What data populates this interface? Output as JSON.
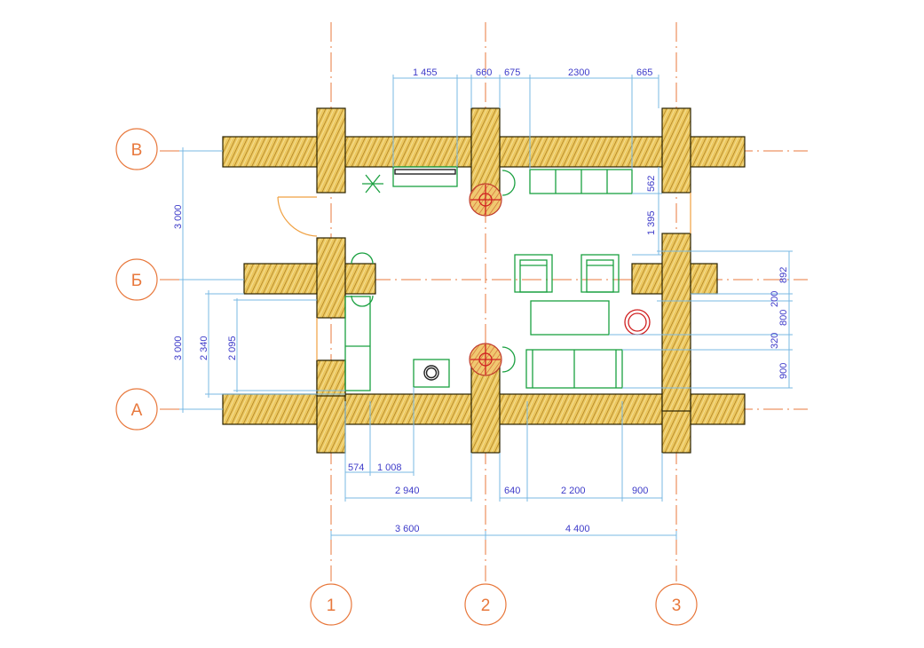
{
  "grid": {
    "rows": [
      {
        "id": "row-v",
        "label": "В"
      },
      {
        "id": "row-b",
        "label": "Б"
      },
      {
        "id": "row-a",
        "label": "А"
      }
    ],
    "cols": [
      {
        "id": "col-1",
        "label": "1"
      },
      {
        "id": "col-2",
        "label": "2"
      },
      {
        "id": "col-3",
        "label": "3"
      }
    ]
  },
  "dimensions": {
    "top": [
      "1 455",
      "660",
      "675",
      "2300",
      "665"
    ],
    "right_inner": [
      "562",
      "1 395"
    ],
    "right": [
      "892",
      "200",
      "800",
      "320",
      "900"
    ],
    "left_outer": [
      "3 000",
      "3 000"
    ],
    "left_inner": [
      "2 340",
      "2 095"
    ],
    "bottom1": [
      "574",
      "1 008"
    ],
    "bottom2": [
      "2 940",
      "640",
      "2 200",
      "900"
    ],
    "bottom3": [
      "3 600",
      "4 400"
    ]
  },
  "colors": {
    "grid": "#e8783c",
    "dimension_line": "#79b9e3",
    "dimension_text": "#3d3bc9",
    "wall_fill": "#e8c25a",
    "furniture": "#1aa040"
  }
}
